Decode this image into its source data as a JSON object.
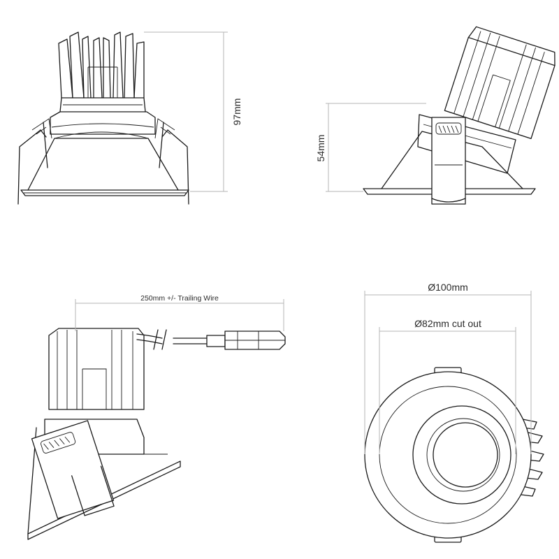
{
  "dimensions": {
    "front_height": "97mm",
    "side_height": "54mm",
    "trailing_wire": "250mm +/- Trailing Wire",
    "outer_diameter": "Ø100mm",
    "cut_out": "Ø82mm cut out"
  }
}
